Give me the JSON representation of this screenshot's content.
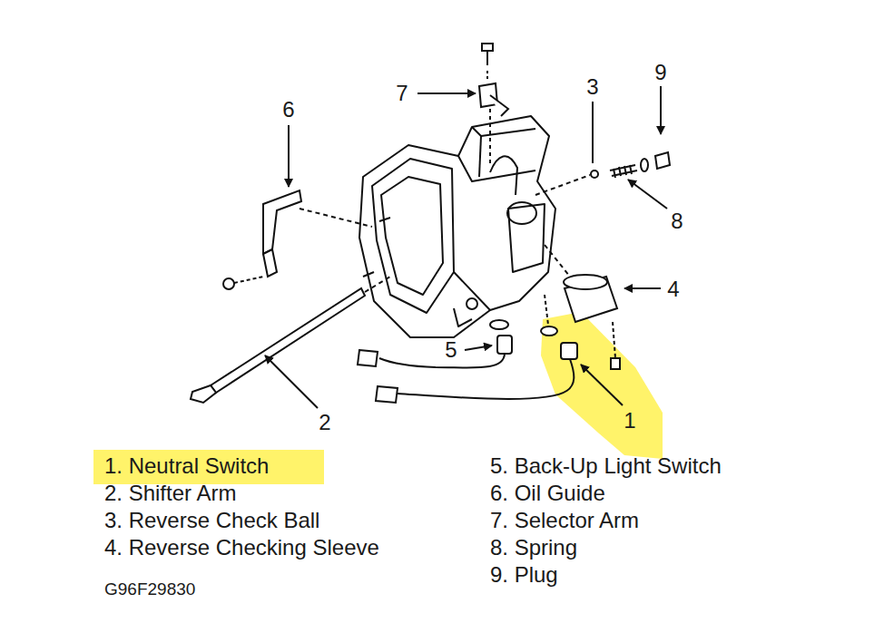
{
  "diagram": {
    "labels": [
      "7",
      "9",
      "3",
      "6",
      "8",
      "4",
      "5",
      "2",
      "1",
      "1. Neutral Switch",
      "2. Shifter Arm",
      "3. Reverse Check Ball",
      "4. Reverse Checking Sleeve",
      "5. Back-Up Light Switch",
      "6. Oil Guide",
      "7. Selector Arm",
      "8. Spring",
      "9. Plug",
      "G96F29830"
    ]
  }
}
